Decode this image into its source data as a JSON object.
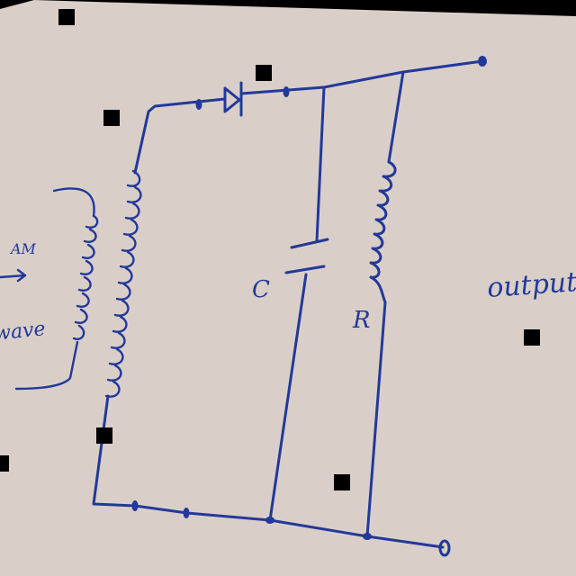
{
  "diagram": {
    "labels": {
      "capacitor": "C",
      "resistor": "R",
      "output": "output",
      "input_line1": "AM",
      "input_line2": "wave"
    },
    "components": [
      "transformer",
      "diode",
      "capacitor",
      "resistor"
    ],
    "colors": {
      "paper": "#d9cfc8",
      "ink": "#23389a",
      "background": "#000000"
    }
  }
}
